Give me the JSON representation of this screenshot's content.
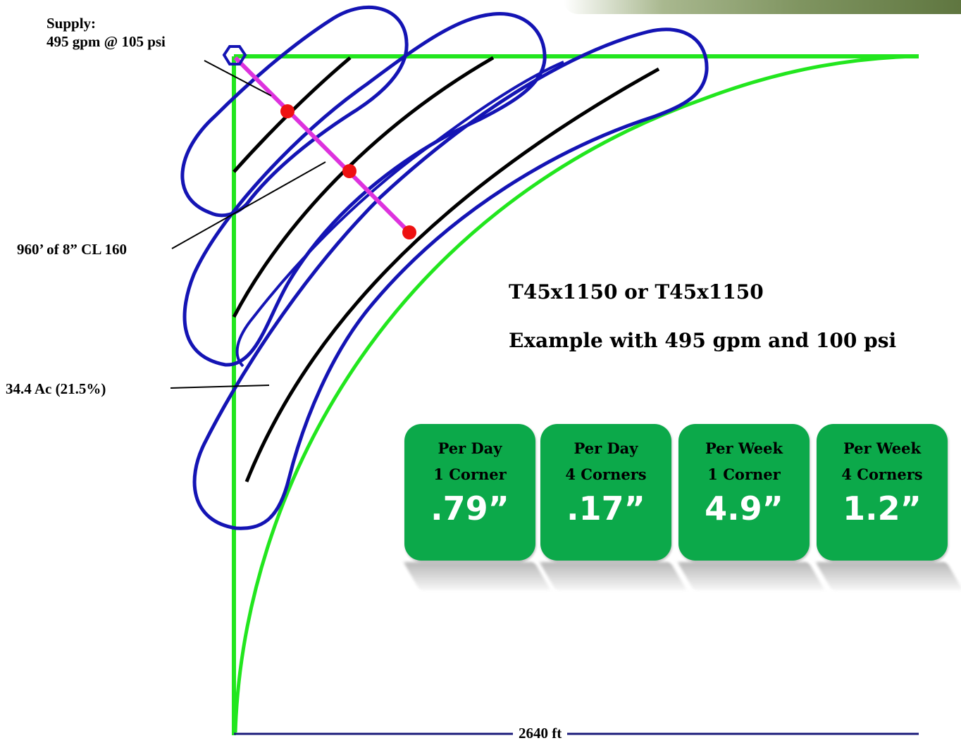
{
  "supply": {
    "line1": "Supply:",
    "line2": "495 gpm @ 105 psi"
  },
  "pipe_label": "960’ of 8” CL 160",
  "area_label": "34.4 Ac (21.5%)",
  "title": {
    "line1": "T45x1150 or T45x1150",
    "line2": "Example with 495 gpm and 100 psi"
  },
  "scale_label": "2640 ft",
  "tiles": [
    {
      "line1": "Per Day",
      "line2": "1 Corner",
      "value": ".79”"
    },
    {
      "line1": "Per Day",
      "line2": "4 Corners",
      "value": ".17”"
    },
    {
      "line1": "Per Week",
      "line2": "1 Corner",
      "value": "4.9”"
    },
    {
      "line1": "Per Week",
      "line2": "4 Corners",
      "value": "1.2”"
    }
  ],
  "colors": {
    "field_boundary": "#22e61e",
    "wetted_pattern": "#1414b4",
    "lateral": "#000000",
    "mainline": "#dd33dd",
    "valve": "#ee1111",
    "tile_bg": "#0ca94a",
    "scale_line": "#1a1a7a"
  }
}
